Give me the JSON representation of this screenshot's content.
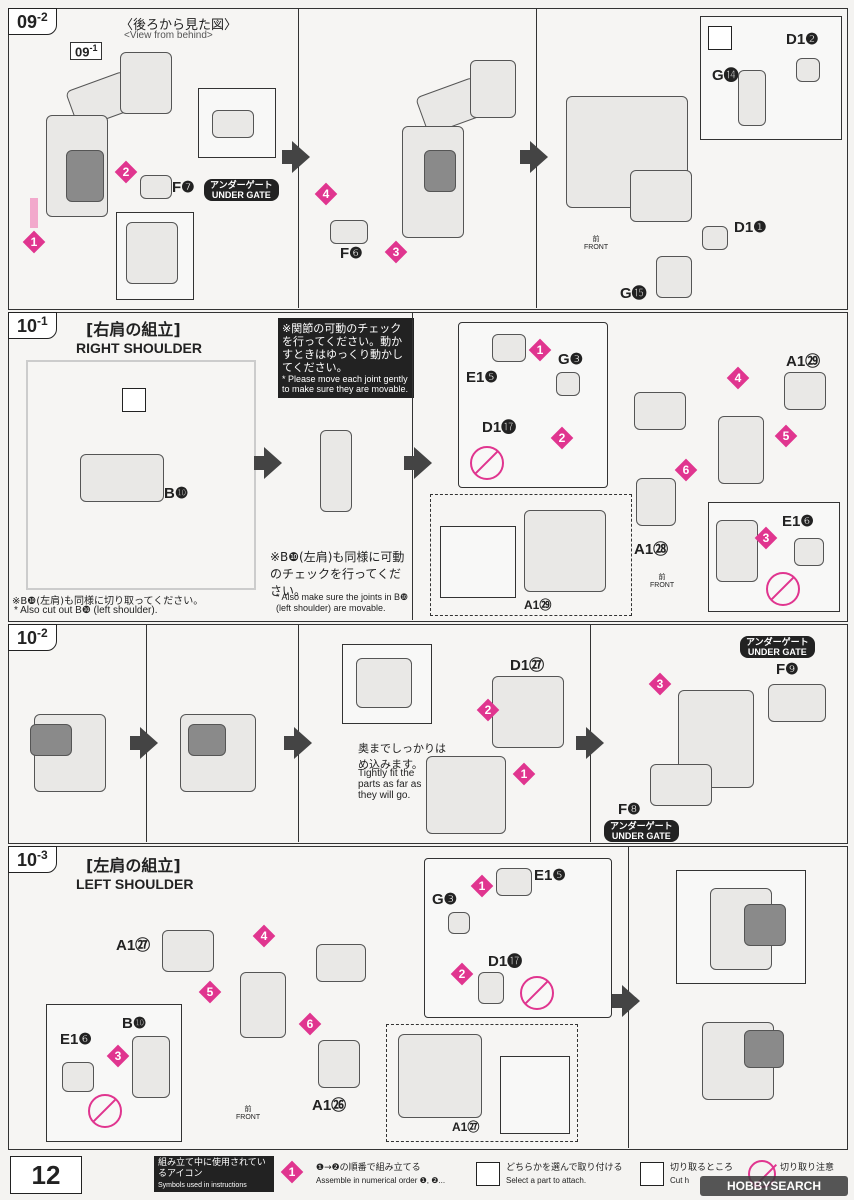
{
  "page_number": "12",
  "s09_2": {
    "tag": "09",
    "tag_sub": "-2",
    "view_jp": "〈後ろから見た図〉",
    "view_en": "<View from behind>",
    "ref_tag": "09",
    "ref_sub": "-1",
    "f7": "F❼",
    "under_gate_jp": "アンダーゲート",
    "under_gate_en": "UNDER GATE",
    "f6": "F❻",
    "d12": "D1❷",
    "g14": "G⓮",
    "d11": "D1❶",
    "g15": "G⓯",
    "front_jp": "前",
    "front_en": "FRONT",
    "steps": [
      "1",
      "2",
      "3",
      "4"
    ]
  },
  "s10_1": {
    "tag": "10",
    "tag_sub": "-1",
    "title_jp": "[右肩の組立]",
    "title_en": "RIGHT SHOULDER",
    "b10": "B❿",
    "cut_note_jp": "※B❿(左肩)も同様に切り取ってください。",
    "cut_note_en": "* Also cut out B❿ (left shoulder).",
    "check_jp": "※関節の可動のチェックを行ってください。動かすときはゆっくり動かしてください。",
    "check_en": "* Please move each joint gently to make sure they are movable.",
    "check2_jp": "※B❿(左肩)も同様に可動のチェックを行ってください。",
    "check2_en": "* Also make sure the joints in B❿ (left shoulder) are movable.",
    "e15": "E1❺",
    "g3": "G❸",
    "d117": "D1⓱",
    "a129": "A1㉙",
    "a128": "A1㉘",
    "e16": "E1❻",
    "a129b": "A1㉙",
    "front_jp": "前",
    "front_en": "FRONT",
    "steps": [
      "1",
      "2",
      "3",
      "4",
      "5",
      "6"
    ]
  },
  "s10_2": {
    "tag": "10",
    "tag_sub": "-2",
    "d127": "D1㉗",
    "tight_jp": "奥までしっかりはめ込みます。",
    "tight_en": "Tightly fit the parts as far as they will go.",
    "f9": "F❾",
    "f8": "F❽",
    "under_gate_jp": "アンダーゲート",
    "under_gate_en": "UNDER GATE",
    "steps": [
      "1",
      "2",
      "3"
    ]
  },
  "s10_3": {
    "tag": "10",
    "tag_sub": "-3",
    "title_jp": "[左肩の組立]",
    "title_en": "LEFT SHOULDER",
    "g3": "G❸",
    "e15": "E1❺",
    "d117": "D1⓱",
    "a127": "A1㉗",
    "b10": "B❿",
    "e16": "E1❻",
    "a126": "A1㉖",
    "a127b": "A1㉗",
    "front_jp": "前",
    "front_en": "FRONT",
    "steps": [
      "1",
      "2",
      "3",
      "4",
      "5",
      "6"
    ]
  },
  "legend": {
    "header_jp": "組み立て中に使用されているアイコン",
    "header_en": "Symbols used in instructions",
    "order_jp": "❶→❷の順番で組み立てる",
    "order_en": "Assemble in numerical order ❶, ❷...",
    "choose_jp": "どちらかを選んで取り付ける",
    "choose_en": "Select a part to attach.",
    "cut_jp": "切り取るところ",
    "cut_en": "Cut h",
    "caution_jp": "切り取り注意",
    "watermark": "HOBBYSEARCH"
  },
  "colors": {
    "accent": "#e0358f",
    "line": "#333333",
    "paper": "#f4f3f1"
  }
}
